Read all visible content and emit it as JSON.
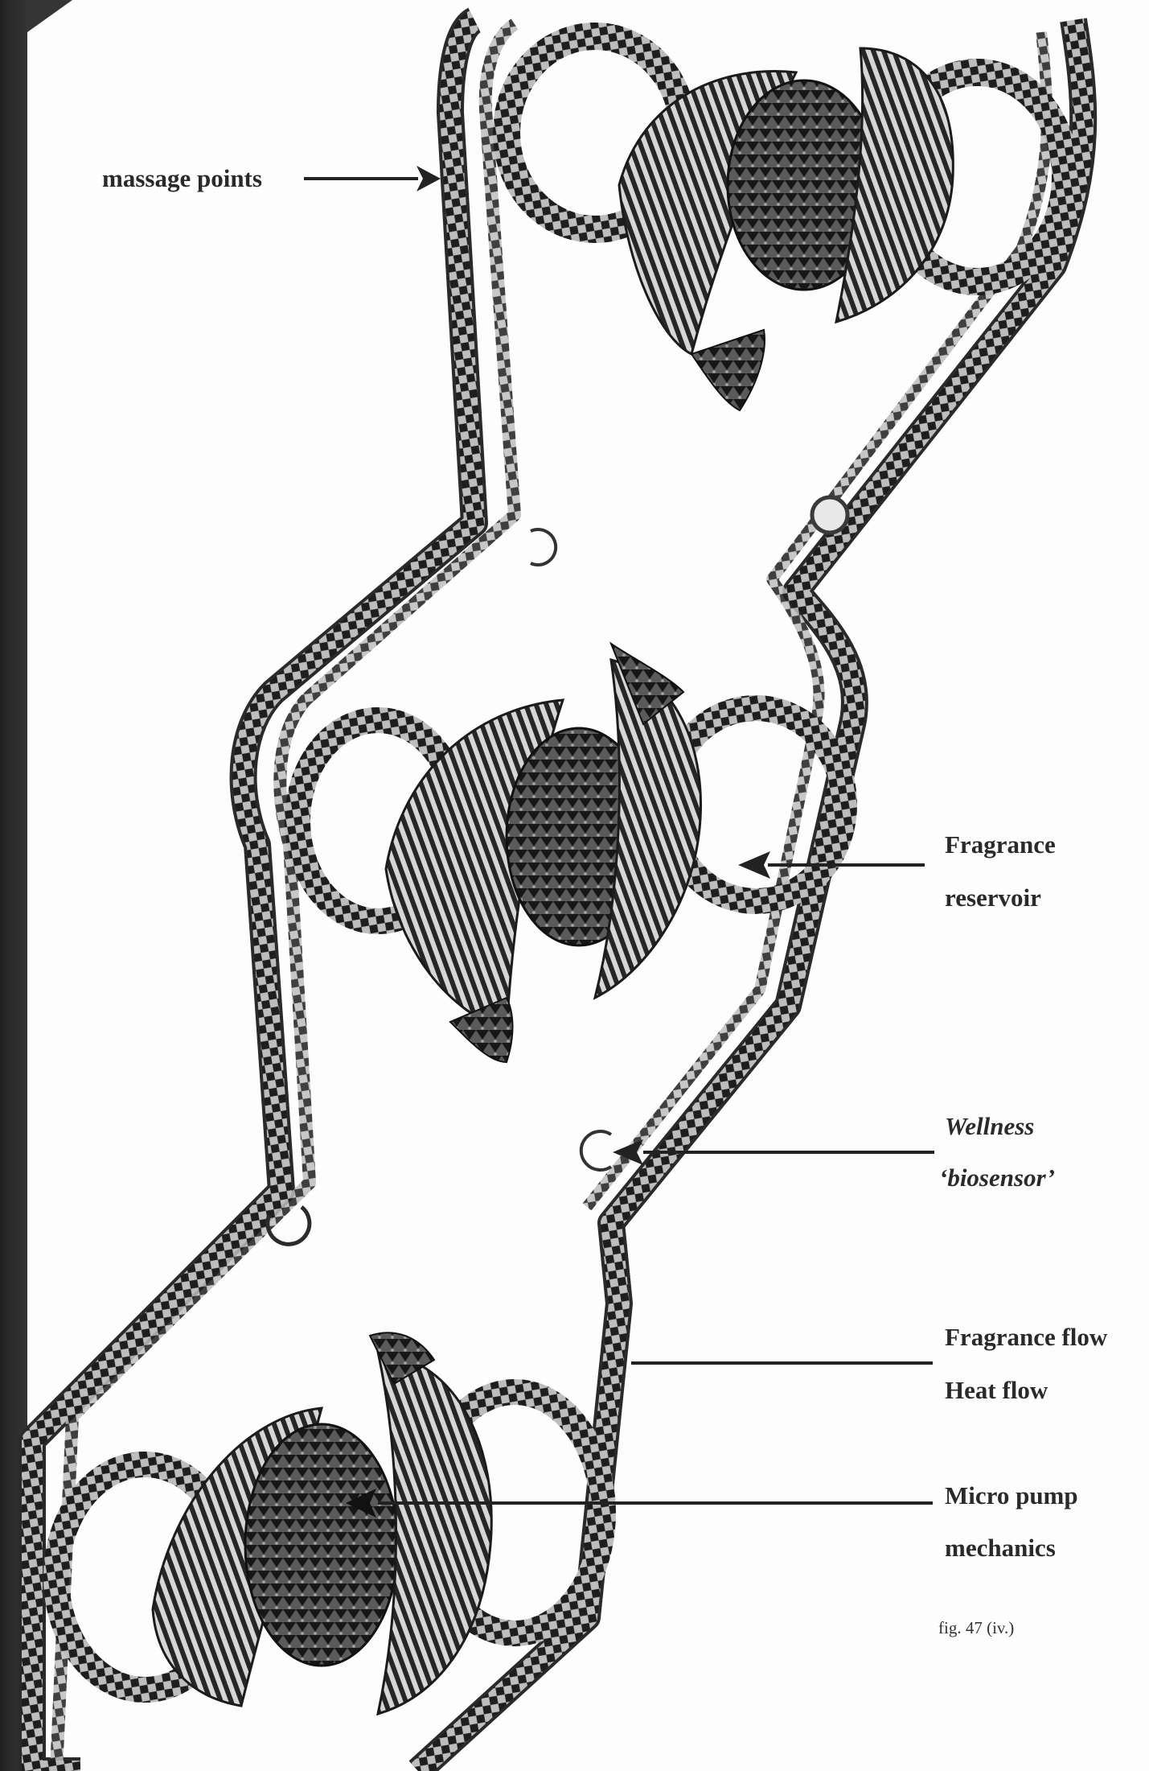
{
  "figure": {
    "caption": "fig. 47 (iv.)",
    "labels": {
      "massage_points": "massage points",
      "fragrance_reservoir_line1": "Fragrance",
      "fragrance_reservoir_line2": "reservoir",
      "wellness_biosensor_line1": "Wellness",
      "wellness_biosensor_line2": "‘biosensor’",
      "fragrance_flow": "Fragrance flow",
      "heat_flow": "Heat flow",
      "micro_pump_line1": "Micro pump",
      "micro_pump_line2": "mechanics"
    }
  }
}
